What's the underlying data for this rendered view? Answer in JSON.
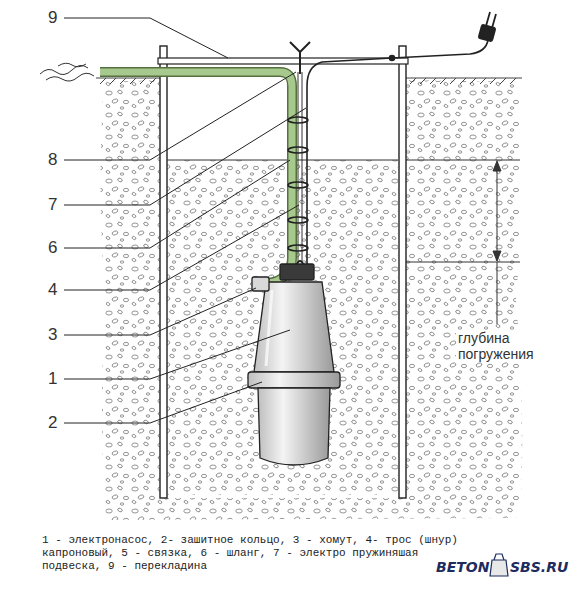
{
  "diagram": {
    "caption": "1 - электронасос, 2- зашитное кольцо, 3 - хомут, 4- трос (шнур) капроновый, 5 - связка, 6 - шланг, 7 - электро пружиняшая подвеска, 9 - перекладина",
    "labels": [
      "9",
      "8",
      "7",
      "6",
      "4",
      "3",
      "1",
      "2",
      "глубина погружения",
      "BETON",
      "SBS.RU"
    ]
  }
}
